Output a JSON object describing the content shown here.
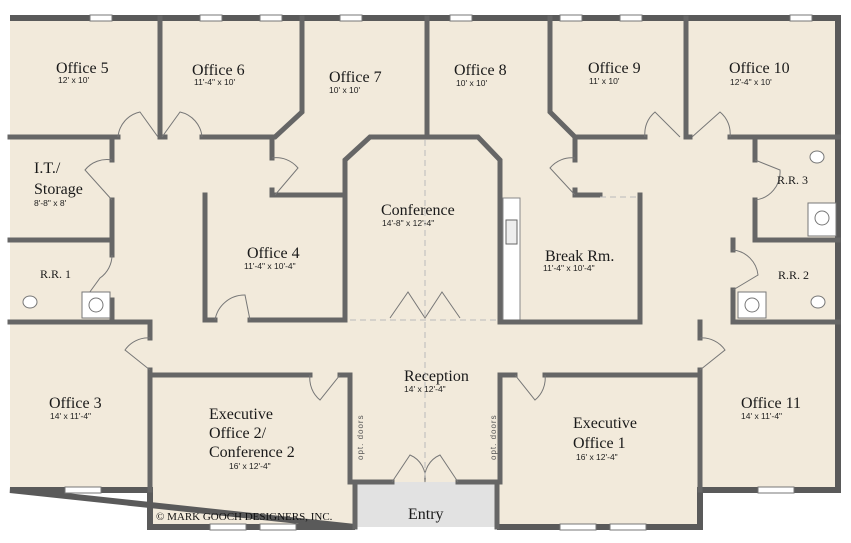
{
  "floorplan": {
    "rooms": {
      "office5": {
        "name": "Office 5",
        "dim": "12' x 10'"
      },
      "office6": {
        "name": "Office 6",
        "dim": "11'-4\" x 10'"
      },
      "office7": {
        "name": "Office 7",
        "dim": "10' x 10'"
      },
      "office8": {
        "name": "Office 8",
        "dim": "10' x 10'"
      },
      "office9": {
        "name": "Office 9",
        "dim": "11' x 10'"
      },
      "office10": {
        "name": "Office 10",
        "dim": "12'-4\" x 10'"
      },
      "it_storage": {
        "name_line1": "I.T./",
        "name_line2": "Storage",
        "dim": "8'-8\" x 8'"
      },
      "conference": {
        "name": "Conference",
        "dim": "14'-8\" x 12'-4\""
      },
      "rr3": {
        "name": "R.R. 3"
      },
      "office4": {
        "name": "Office 4",
        "dim": "11'-4\" x 10'-4\""
      },
      "break_room": {
        "name": "Break Rm.",
        "dim": "11'-4\" x 10'-4\""
      },
      "rr1": {
        "name": "R.R. 1"
      },
      "rr2": {
        "name": "R.R. 2"
      },
      "reception": {
        "name": "Reception",
        "dim": "14' x 12'-4\""
      },
      "office3": {
        "name": "Office 3",
        "dim": "14' x 11'-4\""
      },
      "exec2": {
        "name_line1": "Executive",
        "name_line2": "Office 2/",
        "name_line3": "Conference 2",
        "dim": "16' x 12'-4\""
      },
      "exec1": {
        "name_line1": "Executive",
        "name_line2": "Office 1",
        "dim": "16' x 12'-4\""
      },
      "office11": {
        "name": "Office 11",
        "dim": "14' x 11'-4\""
      },
      "entry": {
        "name": "Entry"
      }
    },
    "notes": {
      "opt_doors": "opt. doors"
    },
    "copyright": "© MARK GOOCH DESIGNERS, INC."
  }
}
